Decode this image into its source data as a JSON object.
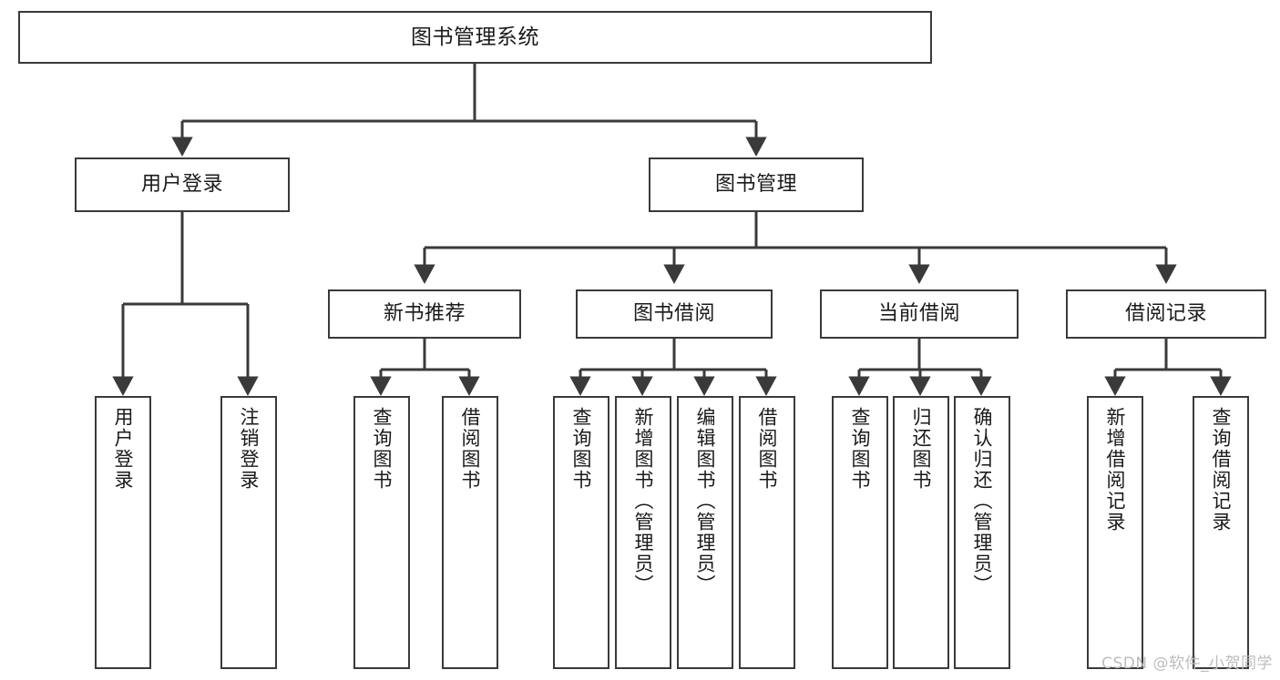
{
  "diagram": {
    "title": "图书管理系统",
    "type": "tree-hierarchy",
    "colors": {
      "box_border": "#3a3a3a",
      "box_fill": "#ffffff",
      "connector": "#3a3a3a",
      "text": "#1a1a1a",
      "watermark": "#bcbcbc",
      "background": "#ffffff"
    },
    "root": {
      "label": "图书管理系统"
    },
    "level1": [
      {
        "label": "用户登录"
      },
      {
        "label": "图书管理"
      }
    ],
    "level2": [
      {
        "label": "新书推荐"
      },
      {
        "label": "图书借阅"
      },
      {
        "label": "当前借阅"
      },
      {
        "label": "借阅记录"
      }
    ],
    "leaves": {
      "user_login": [
        {
          "label": "用户登录"
        },
        {
          "label": "注销登录"
        }
      ],
      "new_book_recommend": [
        {
          "label": "查询图书"
        },
        {
          "label": "借阅图书"
        }
      ],
      "book_borrow": [
        {
          "label": "查询图书"
        },
        {
          "label": "新增图书（管理员）"
        },
        {
          "label": "编辑图书（管理员）"
        },
        {
          "label": "借阅图书"
        }
      ],
      "current_borrow": [
        {
          "label": "查询图书"
        },
        {
          "label": "归还图书"
        },
        {
          "label": "确认归还（管理员）"
        }
      ],
      "borrow_record": [
        {
          "label": "新增借阅记录"
        },
        {
          "label": "查询借阅记录"
        }
      ]
    }
  },
  "watermark": {
    "text": "CSDN @软件_小贺同学"
  }
}
